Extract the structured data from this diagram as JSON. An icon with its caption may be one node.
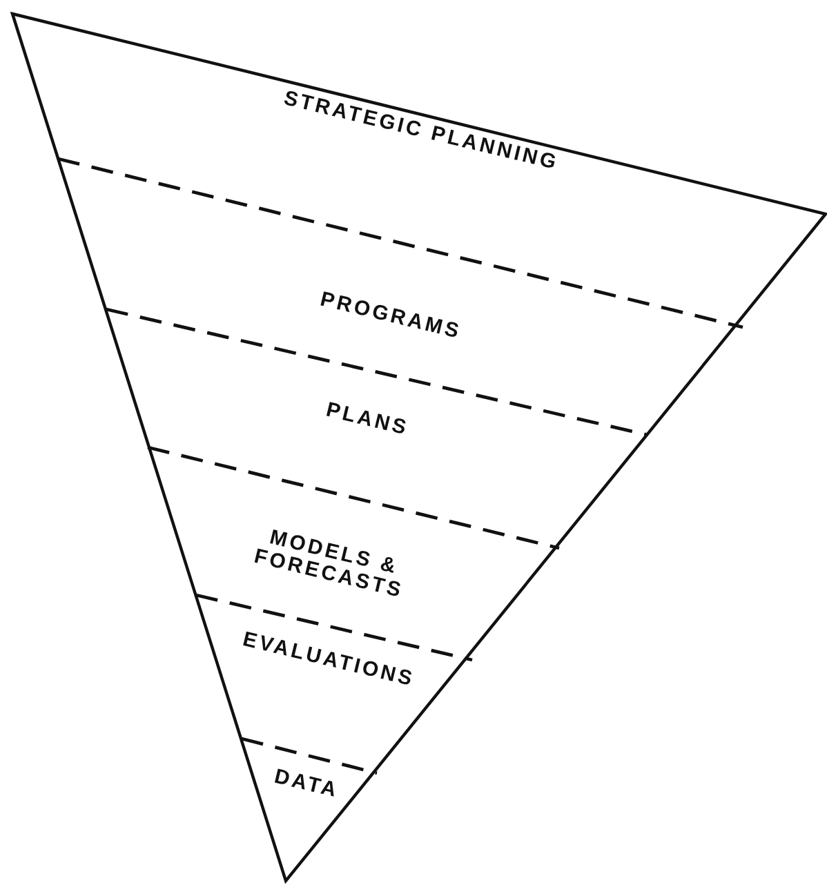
{
  "diagram": {
    "nodes": [
      {
        "text": [
          "STRATEGIC PLANNING"
        ]
      },
      {
        "text": [
          "PROGRAMS"
        ]
      },
      {
        "text": [
          "PLANS"
        ]
      },
      {
        "text": [
          "MODELS & FORECASTS"
        ]
      },
      {
        "text": [
          "EVALUATIONS"
        ]
      },
      {
        "text": [
          "DATA"
        ]
      }
    ]
  }
}
